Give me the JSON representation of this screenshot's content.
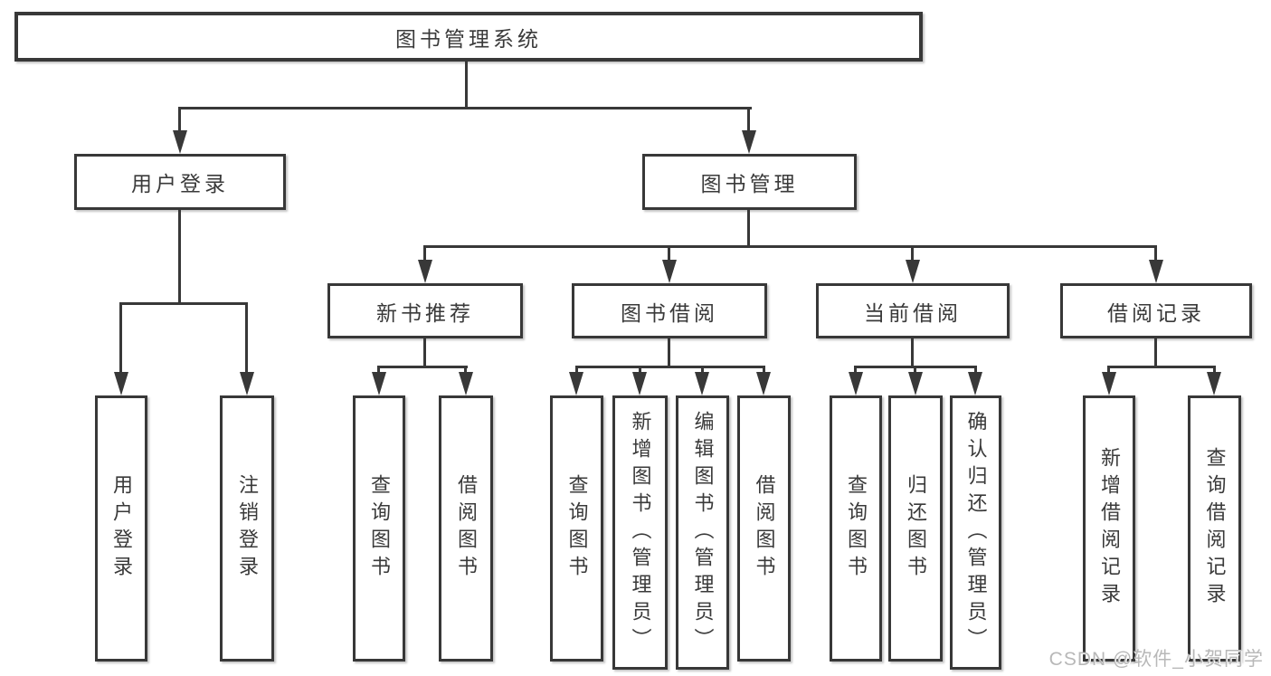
{
  "tree": {
    "root": "图书管理系统",
    "branches": [
      {
        "label": "用户登录",
        "children": [
          "用户登录",
          "注销登录"
        ]
      },
      {
        "label": "图书管理",
        "sections": [
          {
            "label": "新书推荐",
            "children": [
              "查询图书",
              "借阅图书"
            ]
          },
          {
            "label": "图书借阅",
            "children": [
              "查询图书",
              "新增图书（管理员）",
              "编辑图书（管理员）",
              "借阅图书"
            ]
          },
          {
            "label": "当前借阅",
            "children": [
              "查询图书",
              "归还图书",
              "确认归还（管理员）"
            ]
          },
          {
            "label": "借阅记录",
            "children": [
              "新增借阅记录",
              "查询借阅记录"
            ]
          }
        ]
      }
    ]
  },
  "watermark": {
    "text": "CSDN @软件_小贺同学"
  },
  "colors": {
    "line": "#383838",
    "text": "#3a3a3a",
    "watermark": "#b8b8b8",
    "background": "#ffffff"
  }
}
